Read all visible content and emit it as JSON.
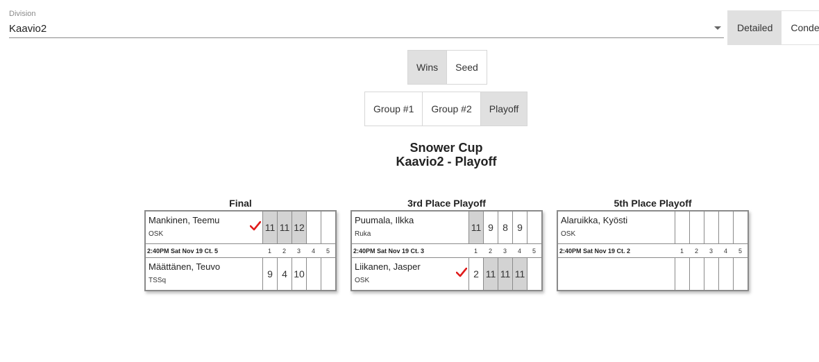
{
  "division": {
    "label": "Division",
    "value": "Kaavio2"
  },
  "view_toggle": {
    "detailed": "Detailed",
    "condensed": "Condensed"
  },
  "sort_toggle": {
    "wins": "Wins",
    "seed": "Seed"
  },
  "group_tabs": {
    "group1": "Group #1",
    "group2": "Group #2",
    "playoff": "Playoff"
  },
  "title": {
    "line1": "Snower Cup",
    "line2": "Kaavio2 - Playoff"
  },
  "game_numbers": [
    "1",
    "2",
    "3",
    "4",
    "5"
  ],
  "matches": [
    {
      "title": "Final",
      "meta": "2:40PM Sat Nov 19 Ct. 5",
      "p1": {
        "name": "Mankinen, Teemu",
        "team": "OSK",
        "scores": [
          "11",
          "11",
          "12",
          "",
          ""
        ]
      },
      "p2": {
        "name": "Määttänen, Teuvo",
        "team": "TSSq",
        "scores": [
          "9",
          "4",
          "10",
          "",
          ""
        ]
      }
    },
    {
      "title": "3rd Place Playoff",
      "meta": "2:40PM Sat Nov 19 Ct. 3",
      "p1": {
        "name": "Puumala, Ilkka",
        "team": "Ruka",
        "scores": [
          "11",
          "9",
          "8",
          "9",
          ""
        ]
      },
      "p2": {
        "name": "Liikanen, Jasper",
        "team": "OSK",
        "scores": [
          "2",
          "11",
          "11",
          "11",
          ""
        ]
      }
    },
    {
      "title": "5th Place Playoff",
      "meta": "2:40PM Sat Nov 19 Ct. 2",
      "p1": {
        "name": "Alaruikka, Kyösti",
        "team": "OSK",
        "scores": [
          "",
          "",
          "",
          "",
          ""
        ]
      },
      "p2": {
        "name": "",
        "team": "",
        "scores": [
          "",
          "",
          "",
          "",
          ""
        ]
      }
    }
  ],
  "colors": {
    "win_cell": "#d3d3d3",
    "check": "#e01b1b",
    "active_btn": "#e0e0e0"
  }
}
